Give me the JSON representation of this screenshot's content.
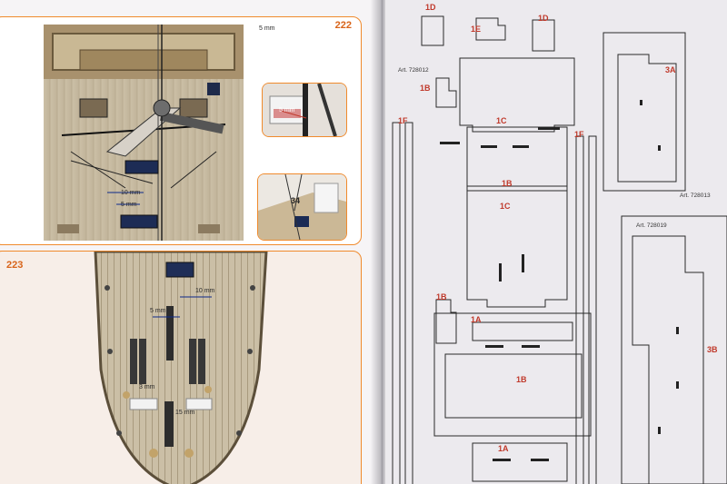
{
  "left_page": {
    "step_222": {
      "number": "222",
      "labels": {
        "top_right_mm": "5 mm",
        "mm_a": "10 mm",
        "mm_b": "5 mm",
        "mm_inset": "5 mm",
        "inset_number": "34"
      }
    },
    "step_223": {
      "number": "223",
      "labels": {
        "mm_a": "10 mm",
        "mm_b": "5 mm",
        "mm_c": "3 mm",
        "mm_d": "15 mm"
      }
    }
  },
  "right_page": {
    "parts": {
      "1D_left": "1D",
      "1D_right": "1D",
      "1E": "1E",
      "1B_a": "1B",
      "1B_b": "1B",
      "1B_c": "1B",
      "1B_d": "1B",
      "1C_a": "1C",
      "1C_b": "1C",
      "1F_left": "1F",
      "1F_right": "1F",
      "1A_a": "1A",
      "1A_b": "1A",
      "3A": "3A",
      "3B": "3B"
    },
    "articles": {
      "a": "Art. 728012",
      "b": "Art. 728013",
      "c": "Art. 728019"
    }
  }
}
